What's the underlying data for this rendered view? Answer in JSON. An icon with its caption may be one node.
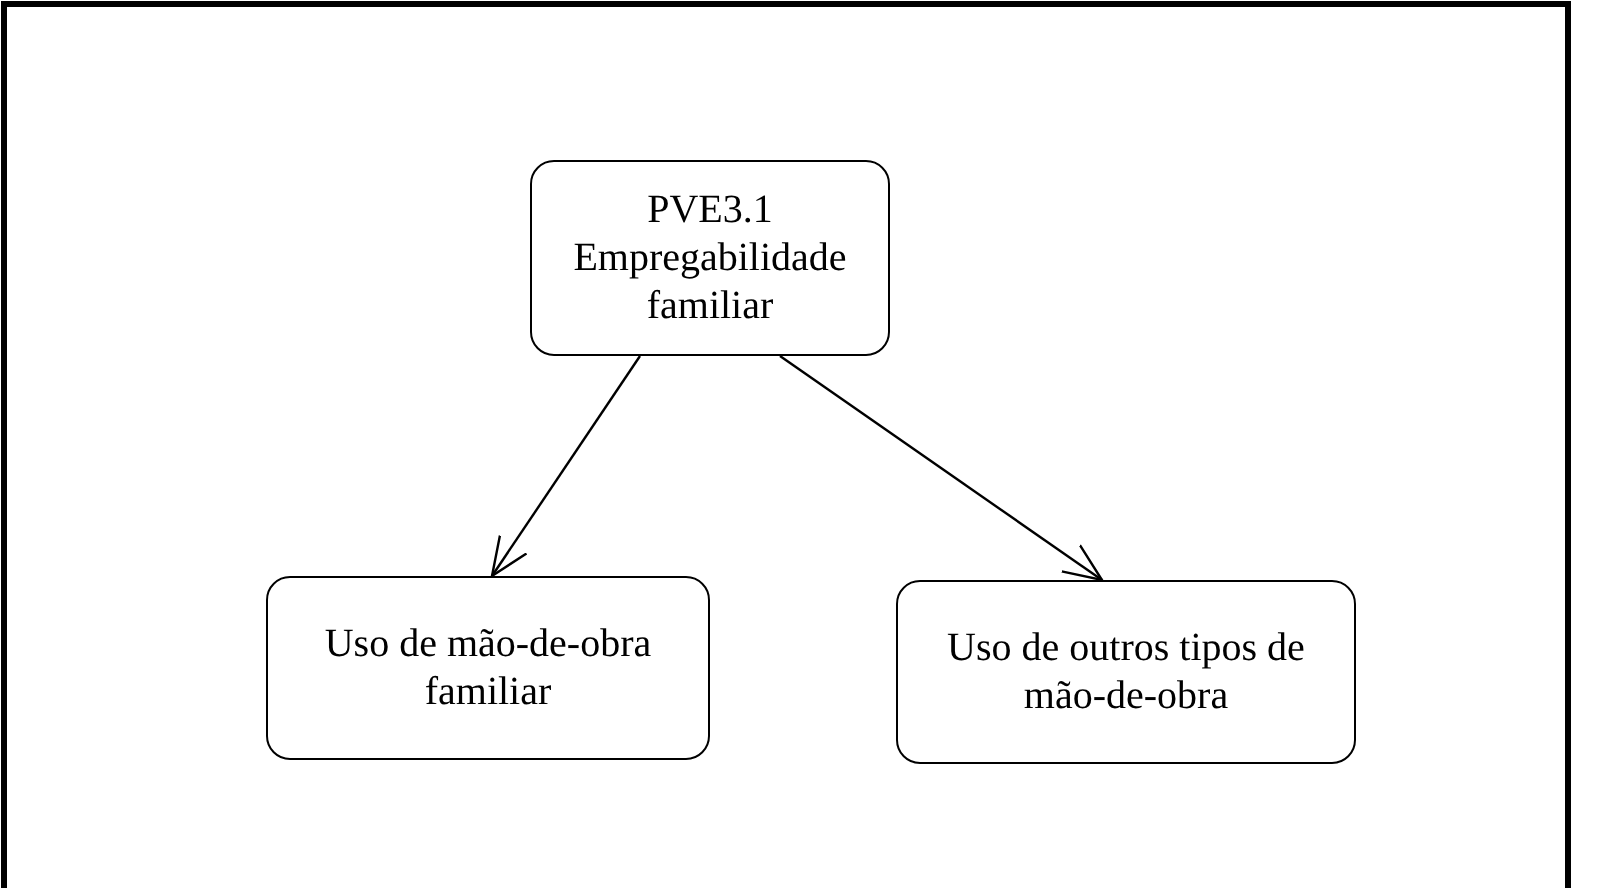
{
  "diagram": {
    "nodes": [
      {
        "text": [
          "PVE3.1 Empregabilidade familiar"
        ]
      },
      {
        "text": [
          "Uso de mão-de-obra familiar"
        ]
      },
      {
        "text": [
          "Uso de outros tipos de mão-de-obra"
        ]
      }
    ],
    "edges": [
      {
        "from": 0,
        "to": 1,
        "arrow": "to"
      },
      {
        "from": 0,
        "to": 2,
        "arrow": "to"
      }
    ]
  }
}
